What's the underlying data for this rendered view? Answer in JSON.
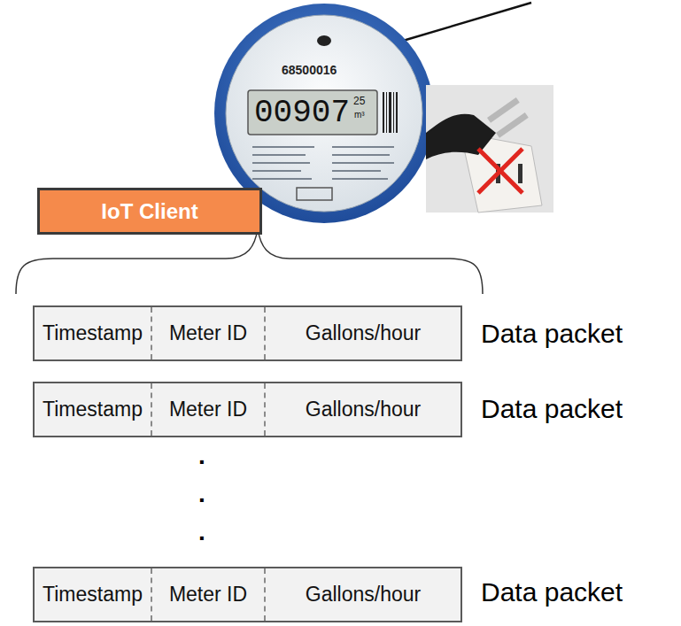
{
  "diagram": {
    "nodes": [
      {
        "text": [
          "IoT Client"
        ]
      },
      {
        "text": [
          "Timestamp",
          "Meter ID",
          "Gallons/hour"
        ]
      },
      {
        "text": [
          "Timestamp",
          "Meter ID",
          "Gallons/hour"
        ]
      },
      {
        "text": [
          "Timestamp",
          "Meter ID",
          "Gallons/hour"
        ]
      }
    ],
    "labels": [
      "68500016",
      "00907",
      "25",
      "m³",
      "Data packet",
      "Data packet",
      ".",
      ".",
      ".",
      "Data packet"
    ]
  }
}
